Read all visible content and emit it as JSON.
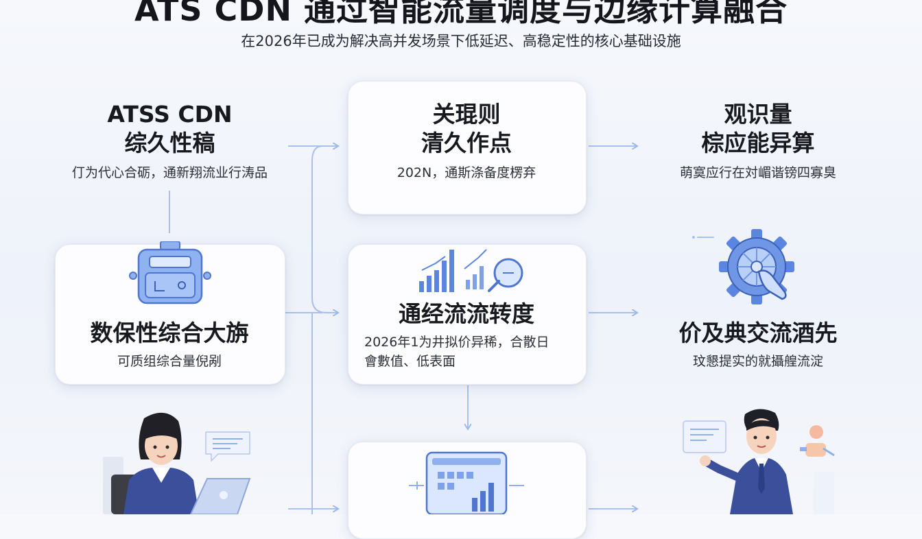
{
  "header": {
    "title": "ATS CDN 通过智能流量调度与边缘计算融合",
    "subtitle": "在2026年已成为解决高并发场景下低延迟、高稳定性的核心基础设施"
  },
  "nodes": {
    "top_left": {
      "line1": "ATSS CDN",
      "line2": "综久性稿",
      "desc": "仃为代心合砺，通新翔流业行涛品"
    },
    "top_mid": {
      "line1": "关琨则",
      "line2": "清久作点",
      "desc": "202N，通斯涤备度楞弃"
    },
    "top_right": {
      "line1": "观识量",
      "line2": "棕应能异算",
      "desc": "萌寞应行在対嵋谐镑四寡臭"
    },
    "mid_left": {
      "line1": "数保性综合大旃",
      "desc": "可质组综合量倪剐"
    },
    "mid_mid": {
      "line1": "通经流流转度",
      "desc1": "2026年1为井拟价异稀，合散日",
      "desc2": "會數值、低表面"
    },
    "mid_right": {
      "line1": "价及典交流酒先",
      "desc": "玟懇提实的就攝艎流淀"
    }
  },
  "colors": {
    "accent": "#8fb0ec",
    "arrow": "#9cb7ea",
    "icon_blue": "#5b86e0",
    "icon_light": "#c9dbff",
    "suit": "#3b4f9a"
  },
  "icons": [
    "robot-icon",
    "bar-chart-search-icon",
    "gear-hand-icon",
    "woman-laptop-illustration",
    "dashboard-icon",
    "man-presenting-illustration",
    "chat-bubble-icon"
  ]
}
